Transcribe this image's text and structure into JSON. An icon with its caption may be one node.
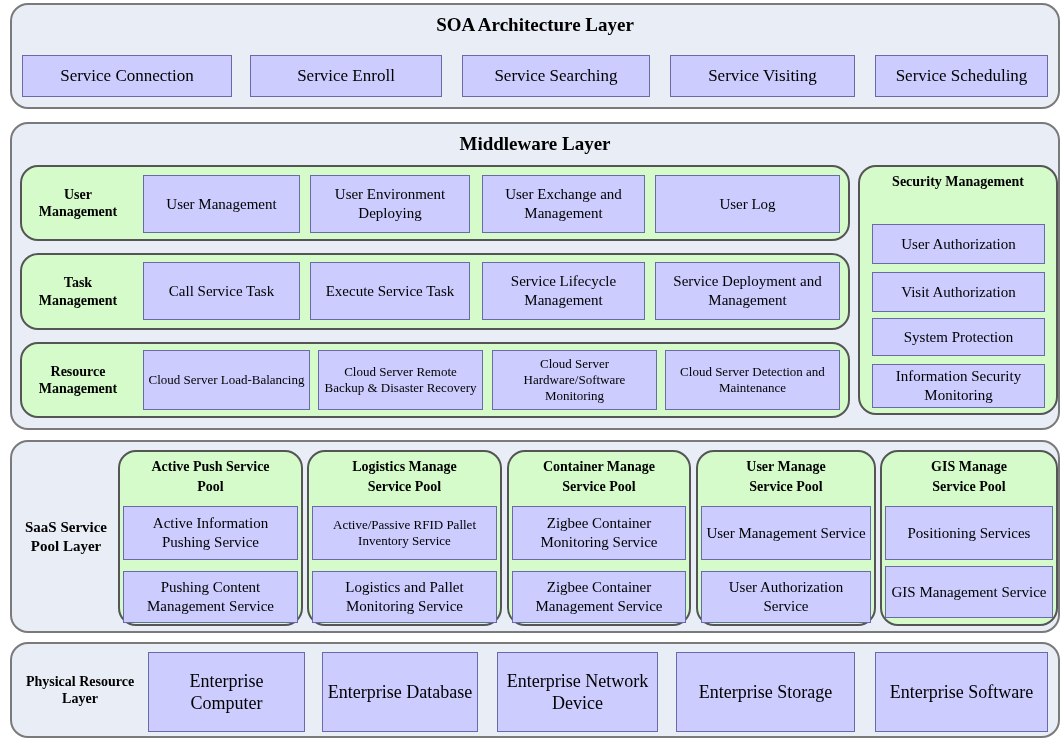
{
  "diagram": {
    "nodes": [
      {
        "text": [
          "SOA Architecture Layer"
        ]
      },
      {
        "text": [
          "Service Connection"
        ],
        "in": 0
      },
      {
        "text": [
          "Service Enroll"
        ],
        "in": 0
      },
      {
        "text": [
          "Service Searching"
        ],
        "in": 0
      },
      {
        "text": [
          "Service Visiting"
        ],
        "in": 0
      },
      {
        "text": [
          "Service Scheduling"
        ],
        "in": 0
      },
      {
        "text": [
          "Middleware Layer"
        ]
      },
      {
        "text": [
          "User Management"
        ],
        "in": 6
      },
      {
        "text": [
          "User Management"
        ],
        "in": 7
      },
      {
        "text": [
          "User Environment Deploying"
        ],
        "in": 7
      },
      {
        "text": [
          "User Exchange and Management"
        ],
        "in": 7
      },
      {
        "text": [
          "User Log"
        ],
        "in": 7
      },
      {
        "text": [
          "Task Management"
        ],
        "in": 6
      },
      {
        "text": [
          "Call Service Task"
        ],
        "in": 12
      },
      {
        "text": [
          "Execute Service Task"
        ],
        "in": 12
      },
      {
        "text": [
          "Service Lifecycle Management"
        ],
        "in": 12
      },
      {
        "text": [
          "Service Deployment and Management"
        ],
        "in": 12
      },
      {
        "text": [
          "Resource Management"
        ],
        "in": 6
      },
      {
        "text": [
          "Cloud Server Load-Balancing"
        ],
        "in": 17
      },
      {
        "text": [
          "Cloud Server Remote Backup & Disaster Recovery"
        ],
        "in": 17
      },
      {
        "text": [
          "Cloud Server Hardware/Software Monitoring"
        ],
        "in": 17
      },
      {
        "text": [
          "Cloud Server Detection and Maintenance"
        ],
        "in": 17
      },
      {
        "text": [
          "Security Management"
        ],
        "in": 6
      },
      {
        "text": [
          "User Authorization"
        ],
        "in": 22
      },
      {
        "text": [
          "Visit Authorization"
        ],
        "in": 22
      },
      {
        "text": [
          "System Protection"
        ],
        "in": 22
      },
      {
        "text": [
          "Information Security Monitoring"
        ],
        "in": 22
      },
      {
        "text": [
          "SaaS Service Pool Layer"
        ]
      },
      {
        "text": [
          "Active Push Service Pool"
        ],
        "in": 27
      },
      {
        "text": [
          "Active Information Pushing Service"
        ],
        "in": 28
      },
      {
        "text": [
          "Pushing Content Management Service"
        ],
        "in": 28
      },
      {
        "text": [
          "Logistics Manage Service Pool"
        ],
        "in": 27
      },
      {
        "text": [
          "Active/Passive RFID Pallet Inventory Service"
        ],
        "in": 31
      },
      {
        "text": [
          "Logistics and Pallet Monitoring Service"
        ],
        "in": 31
      },
      {
        "text": [
          "Container Manage Service Pool"
        ],
        "in": 27
      },
      {
        "text": [
          "Zigbee Container Monitoring Service"
        ],
        "in": 34
      },
      {
        "text": [
          "Zigbee Container Management Service"
        ],
        "in": 34
      },
      {
        "text": [
          "User Manage Service Pool"
        ],
        "in": 27
      },
      {
        "text": [
          "User Management Service"
        ],
        "in": 37
      },
      {
        "text": [
          "User Authorization Service"
        ],
        "in": 37
      },
      {
        "text": [
          "GIS Manage Service Pool"
        ],
        "in": 27
      },
      {
        "text": [
          "Positioning Services"
        ],
        "in": 40
      },
      {
        "text": [
          "GIS Management Service"
        ],
        "in": 40
      },
      {
        "text": [
          "Physical Resource Layer"
        ]
      },
      {
        "text": [
          "Enterprise Computer"
        ],
        "in": 43
      },
      {
        "text": [
          "Enterprise Database"
        ],
        "in": 43
      },
      {
        "text": [
          "Enterprise Network Device"
        ],
        "in": 43
      },
      {
        "text": [
          "Enterprise Storage"
        ],
        "in": 43
      },
      {
        "text": [
          "Enterprise Software"
        ],
        "in": 43
      }
    ]
  }
}
